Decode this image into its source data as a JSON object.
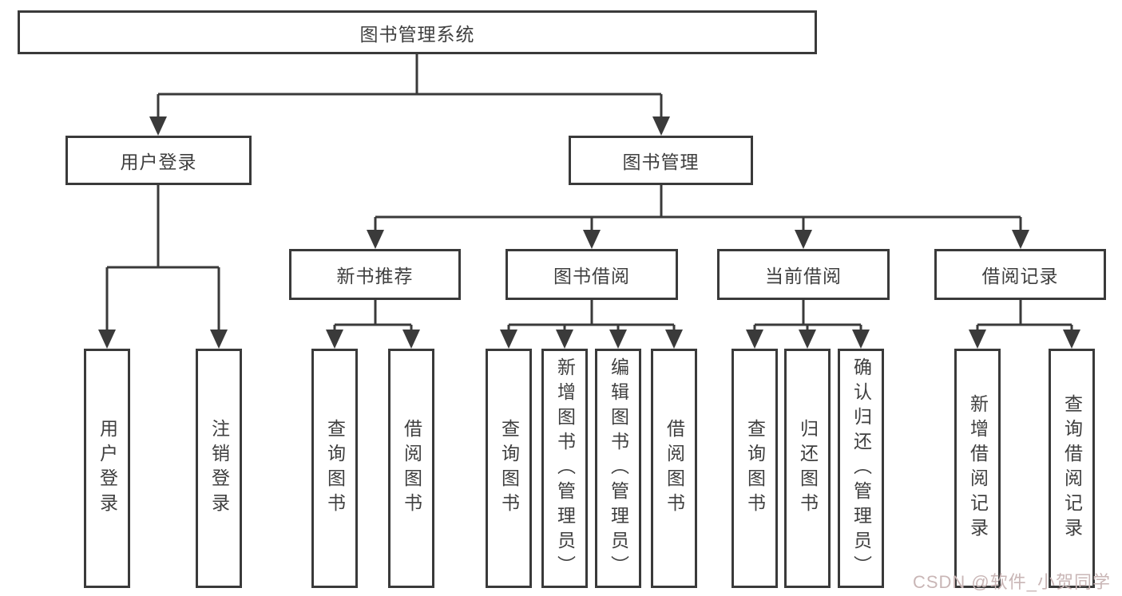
{
  "diagram": {
    "watermark": "CSDN @软件_小贺同学",
    "colors": {
      "line": "#3a3a3a",
      "text": "#3f3f3f",
      "watermark": "#c9b6b6",
      "background": "#ffffff"
    },
    "tree": {
      "label": "图书管理系统",
      "children": [
        {
          "label": "用户登录",
          "children": [
            {
              "label": "用户登录"
            },
            {
              "label": "注销登录"
            }
          ]
        },
        {
          "label": "图书管理",
          "children": [
            {
              "label": "新书推荐",
              "children": [
                {
                  "label": "查询图书"
                },
                {
                  "label": "借阅图书"
                }
              ]
            },
            {
              "label": "图书借阅",
              "children": [
                {
                  "label": "查询图书"
                },
                {
                  "label": "新增图书（管理员）"
                },
                {
                  "label": "编辑图书（管理员）"
                },
                {
                  "label": "借阅图书"
                }
              ]
            },
            {
              "label": "当前借阅",
              "children": [
                {
                  "label": "查询图书"
                },
                {
                  "label": "归还图书"
                },
                {
                  "label": "确认归还（管理员）"
                }
              ]
            },
            {
              "label": "借阅记录",
              "children": [
                {
                  "label": "新增借阅记录"
                },
                {
                  "label": "查询借阅记录"
                }
              ]
            }
          ]
        }
      ]
    }
  }
}
